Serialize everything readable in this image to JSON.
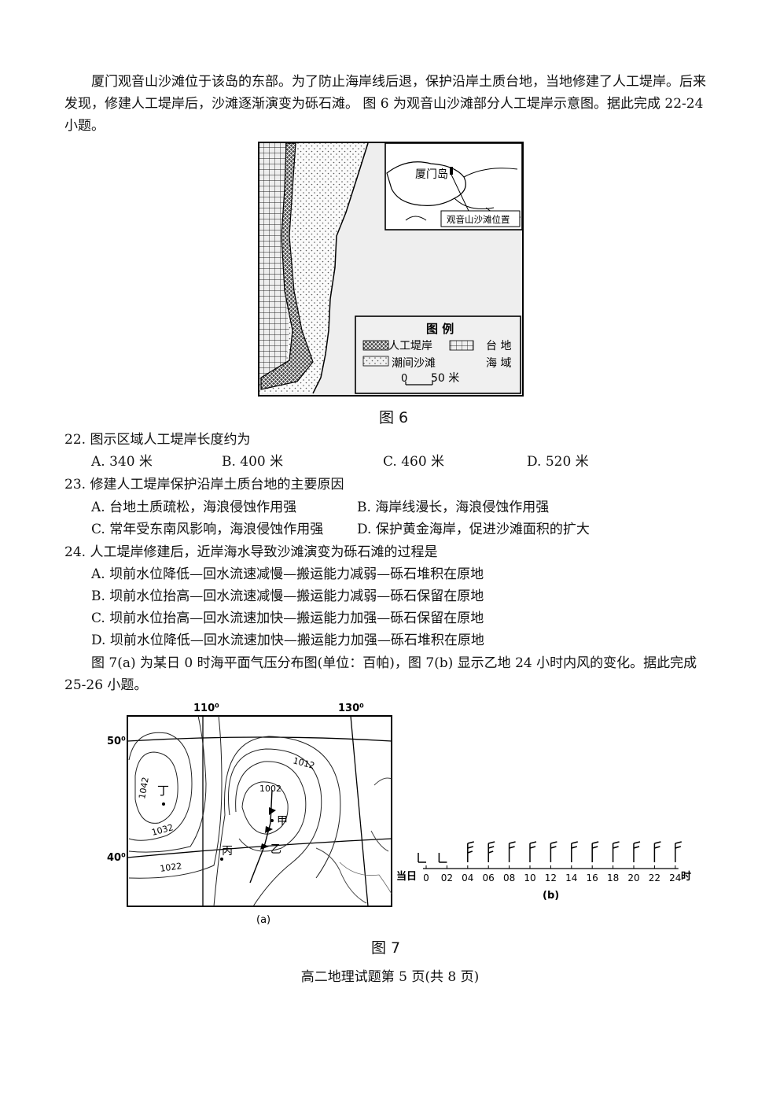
{
  "intro1": "厦门观音山沙滩位于该岛的东部。为了防止海岸线后退，保护沿岸土质台地，当地修建了人工堤岸。后来发现，修建人工堤岸后，沙滩逐渐演变为砾石滩。 图 6 为观音山沙滩部分人工堤岸示意图。据此完成 22-24 小题。",
  "fig6": {
    "inset_island": "厦门岛",
    "inset_label": "观音山沙滩位置",
    "legend_title": "图 例",
    "legend_dike": "人工堤岸",
    "legend_terrace": "台  地",
    "legend_beach": "潮间沙滩",
    "legend_sea": "海  域",
    "scale_zero": "0",
    "scale_label": "50 米",
    "caption": "图 6"
  },
  "q22": {
    "stem": "22. 图示区域人工堤岸长度约为",
    "a": "A. 340 米",
    "b": "B. 400 米",
    "c": "C. 460 米",
    "d": "D. 520 米"
  },
  "q23": {
    "stem": "23. 修建人工堤岸保护沿岸土质台地的主要原因",
    "a": "A. 台地土质疏松，海浪侵蚀作用强",
    "b": "B. 海岸线漫长，海浪侵蚀作用强",
    "c": "C. 常年受东南风影响，海浪侵蚀作用强",
    "d": "D. 保护黄金海岸，促进沙滩面积的扩大"
  },
  "q24": {
    "stem": "24. 人工堤岸修建后，近岸海水导致沙滩演变为砾石滩的过程是",
    "a": "A. 坝前水位降低—回水流速减慢—搬运能力减弱—砾石堆积在原地",
    "b": "B. 坝前水位抬高—回水流速减慢—搬运能力减弱—砾石保留在原地",
    "c": "C. 坝前水位抬高—回水流速加快—搬运能力加强—砾石保留在原地",
    "d": "D. 坝前水位降低—回水流速加快—搬运能力加强—砾石堆积在原地"
  },
  "intro2": "图 7(a) 为某日 0 时海平面气压分布图(单位：百帕)，图 7(b) 显示乙地 24 小时内风的变化。据此完成 25-26 小题。",
  "fig7a": {
    "lon1": "110⁰",
    "lon2": "130⁰",
    "lat1": "50⁰",
    "lat2": "40⁰",
    "iso1042": "1042",
    "iso1032": "1032",
    "iso1022": "1022",
    "iso1012": "1012",
    "iso1002": "1002",
    "ding": "丁",
    "jia": "甲",
    "yi": "乙",
    "bing": "丙",
    "sub": "(a)"
  },
  "fig7b": {
    "start": "当日",
    "ticks": [
      "0",
      "02",
      "04",
      "06",
      "08",
      "10",
      "12",
      "14",
      "16",
      "18",
      "20",
      "22",
      "24"
    ],
    "unit": "时",
    "sub": "(b)"
  },
  "fig7_caption": "图 7",
  "footer": "高二地理试题第 5 页(共 8 页)"
}
